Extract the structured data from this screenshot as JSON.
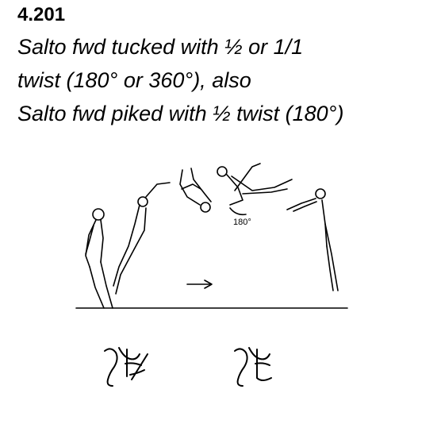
{
  "element": {
    "code": "4.201",
    "description_lines": [
      "Salto fwd tucked with ½  or 1/1",
      "twist (180° or 360°), also",
      "Salto fwd piked with ½ twist (180°)"
    ]
  },
  "illustration": {
    "twist_label": "180°",
    "direction": "right",
    "symbols": [
      "tuck-twist-symbol",
      "pike-twist-symbol"
    ]
  }
}
